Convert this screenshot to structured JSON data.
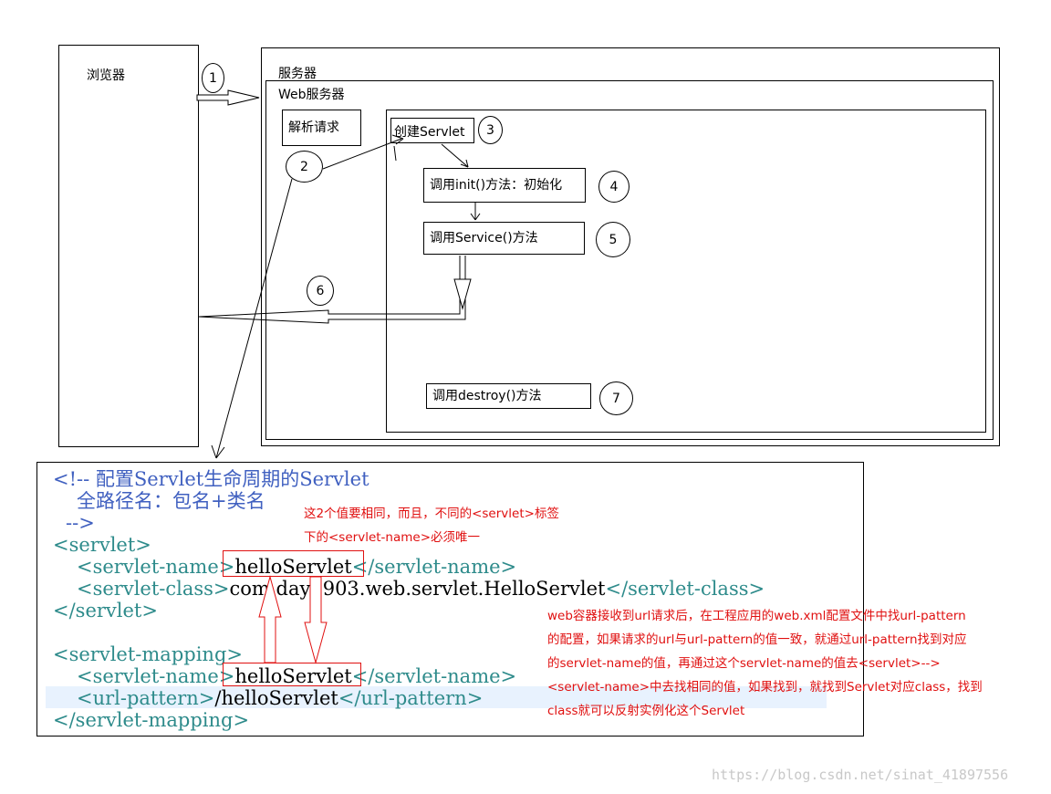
{
  "browser": {
    "label": "浏览器"
  },
  "server": {
    "label": "服务器"
  },
  "web_server": {
    "label": "Web服务器"
  },
  "parse_request": {
    "label": "解析请求"
  },
  "steps": {
    "create_servlet": "创建Servlet",
    "init": "调用init()方法：初始化",
    "service": "调用Service()方法",
    "destroy": "调用destroy()方法"
  },
  "circles": {
    "c1": "1",
    "c2": "2",
    "c3": "3",
    "c4": "4",
    "c5": "5",
    "c6": "6",
    "c7": "7"
  },
  "code": {
    "l1a": "<!-- ",
    "l1b": "配置Servlet生命周期的Servlet",
    "l2": "全路径名：包名+类名",
    "l3": "-->",
    "l4": "<servlet>",
    "l5a": "<servlet-name>",
    "l5b": "helloServlet",
    "l5c": "</servlet-name>",
    "l6a": "<servlet-class>",
    "l6b": "com.day0903.web.servlet.HelloServlet",
    "l6c": "</servlet-class>",
    "l7": "</servlet>",
    "l8": "<servlet-mapping>",
    "l9a": "<servlet-name>",
    "l9b": "helloServlet",
    "l9c": "</servlet-name>",
    "l10a": "<url-pattern>",
    "l10b": "/helloServlet",
    "l10c": "</url-pattern>",
    "l11": "</servlet-mapping>"
  },
  "notes": {
    "n1a": "这2个值要相同，而且，不同的<servlet>标签",
    "n1b": "下的<servlet-name>必须唯一",
    "n2a": "web容器接收到url请求后，在工程应用的web.xml配置文件中找url-pattern",
    "n2b": "的配置，如果请求的url与url-pattern的值一致，就通过url-pattern找到对应",
    "n2c": "的servlet-name的值，再通过这个servlet-name的值去<servlet>-->",
    "n2d": "<servlet-name>中去找相同的值，如果找到，就找到Servlet对应class，找到",
    "n2e": "class就可以反射实例化这个Servlet"
  },
  "watermark": "https://blog.csdn.net/sinat_41897556",
  "colors": {
    "annotation": "#e01010",
    "code_tag": "#2e8b8b",
    "code_comment": "#4060c0"
  }
}
